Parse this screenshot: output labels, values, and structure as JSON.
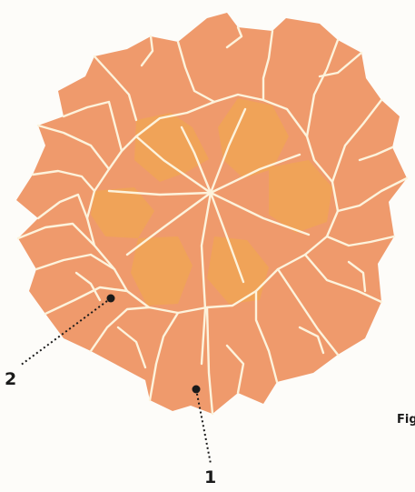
{
  "figure": {
    "caption": "Fig",
    "labels": {
      "label_1": "1",
      "label_2": "2"
    },
    "colors": {
      "outer_petals": "#ef9a6c",
      "inner_petals": "#f0a358",
      "petal_outline": "#fdf3dc",
      "leader_line": "#1a1a1a",
      "background": "#fdfcf9"
    }
  }
}
